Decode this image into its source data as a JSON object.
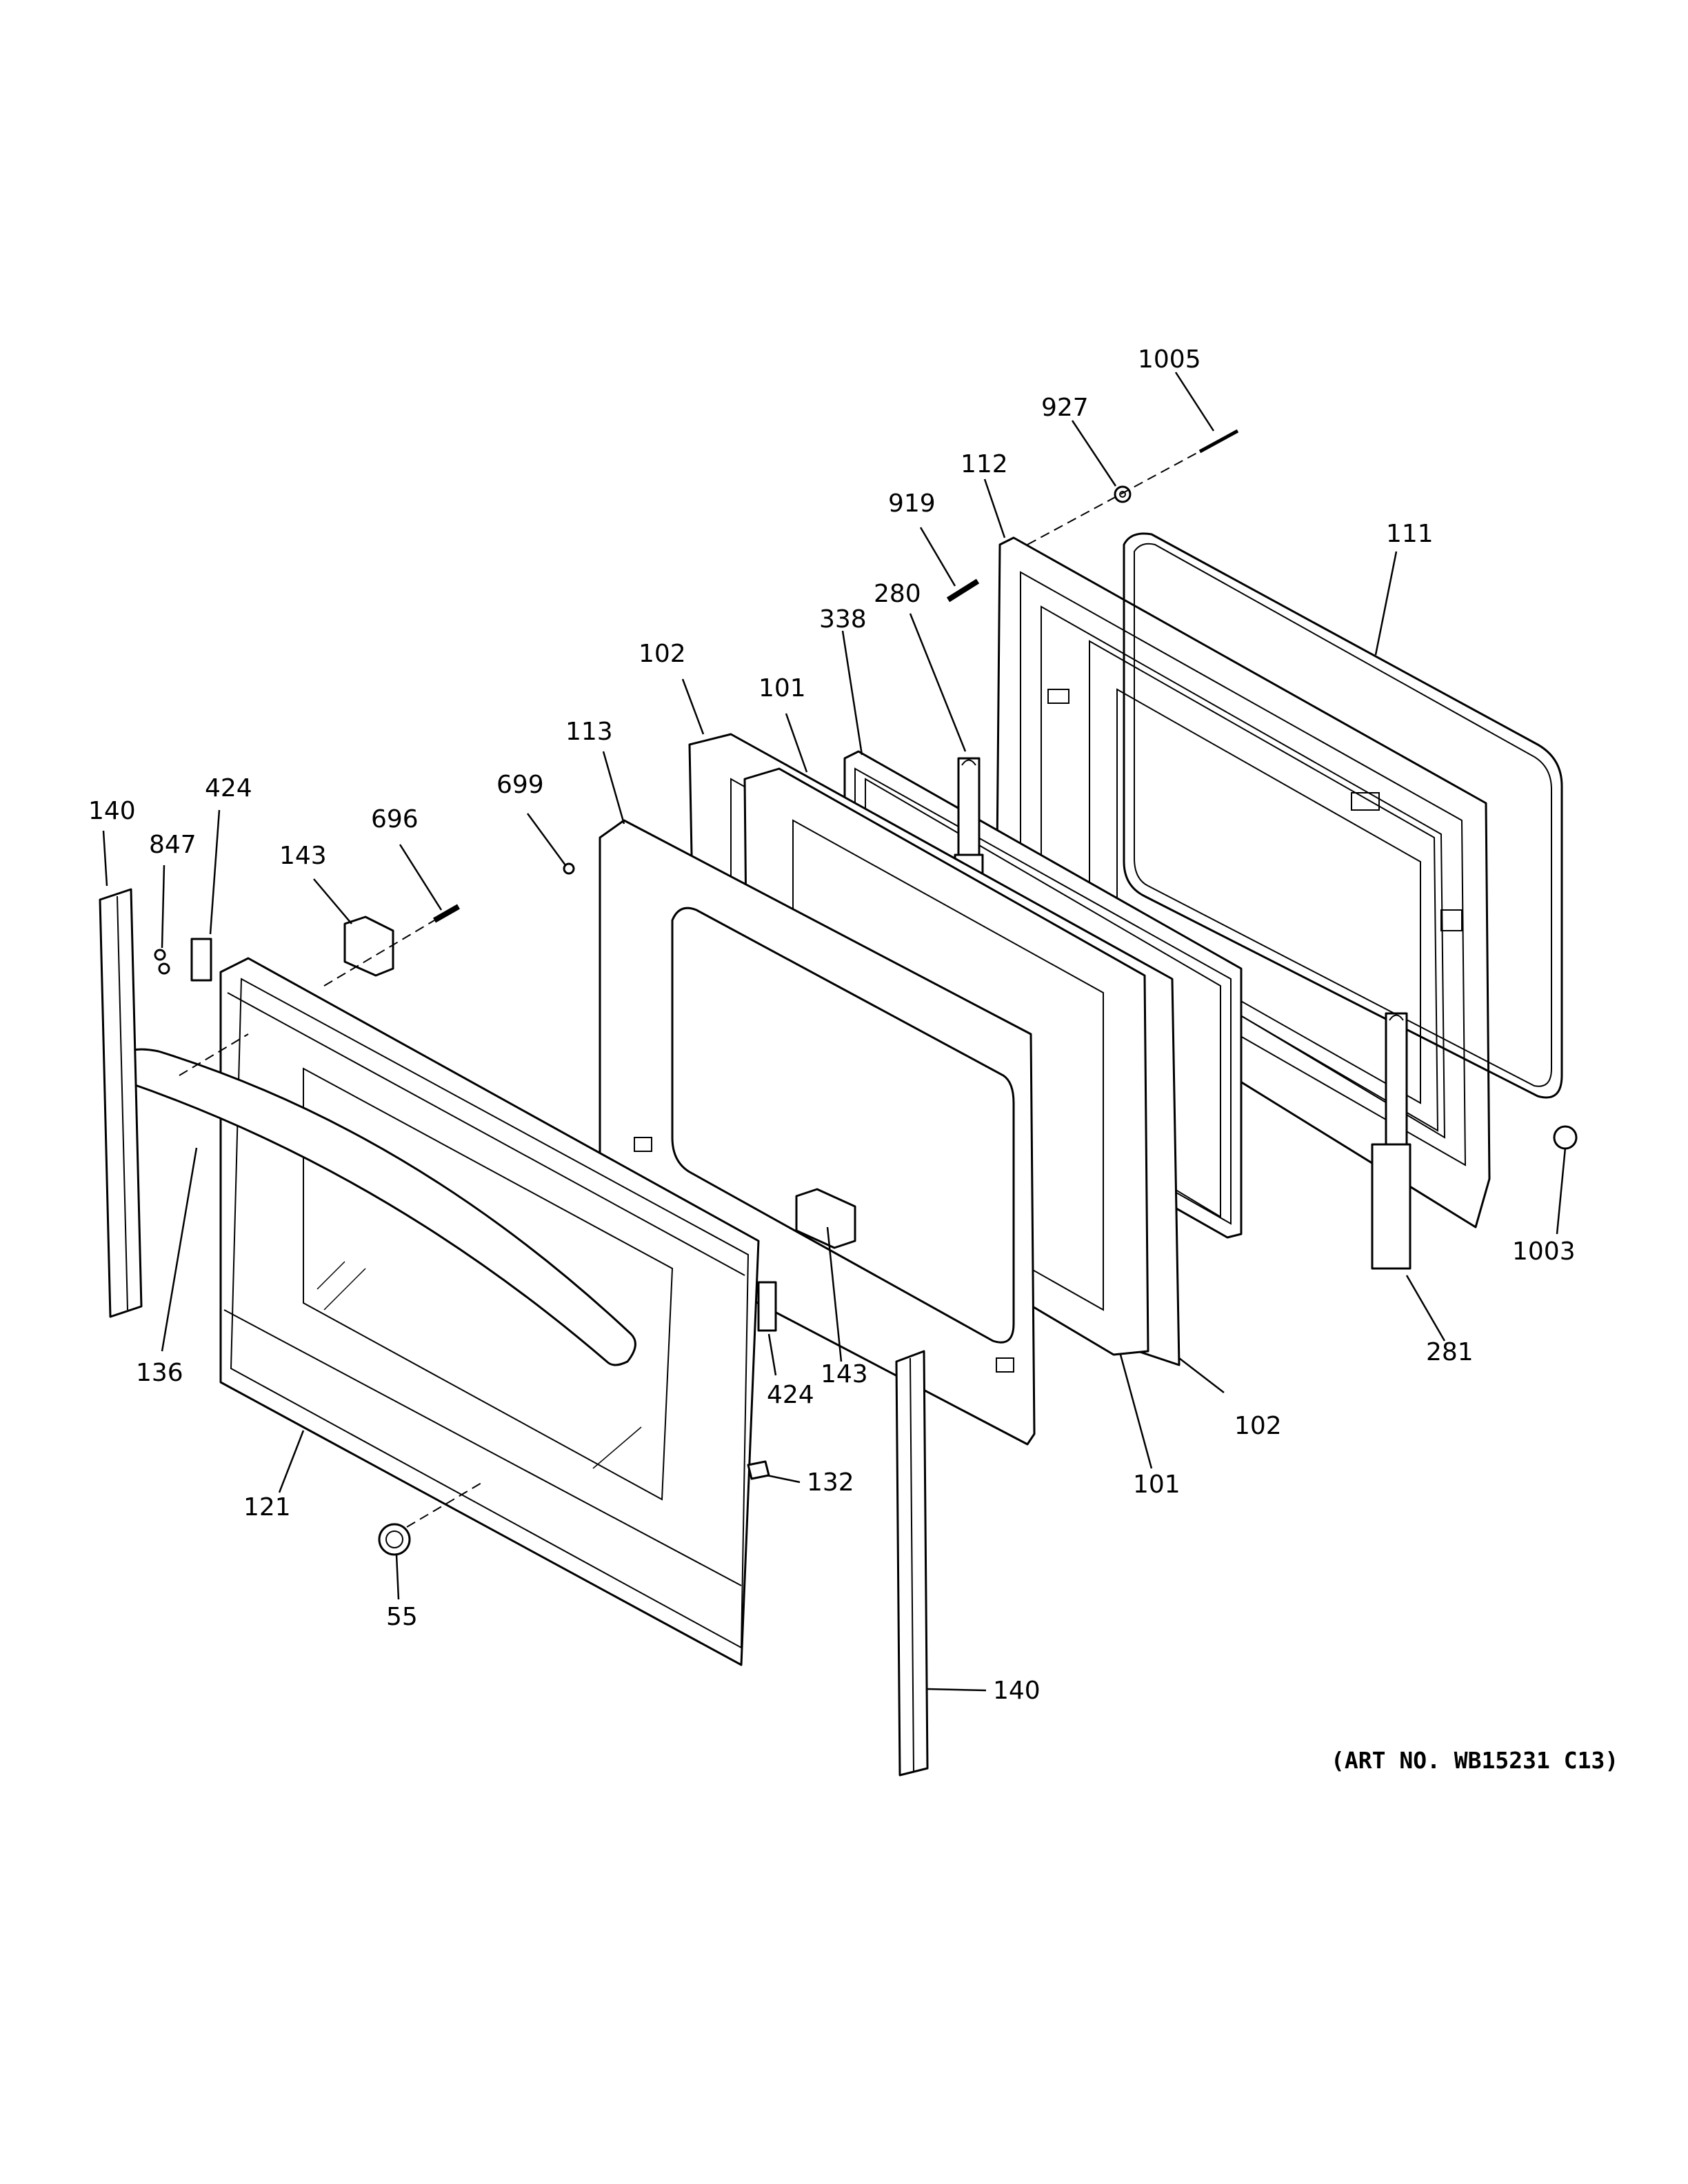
{
  "art_number": "(ART NO. WB15231 C13)",
  "callouts": [
    {
      "id": "c1005",
      "label": "1005"
    },
    {
      "id": "c927",
      "label": "927"
    },
    {
      "id": "c112",
      "label": "112"
    },
    {
      "id": "c919",
      "label": "919"
    },
    {
      "id": "c111",
      "label": "111"
    },
    {
      "id": "c338",
      "label": "338"
    },
    {
      "id": "c280",
      "label": "280"
    },
    {
      "id": "c102a",
      "label": "102"
    },
    {
      "id": "c101a",
      "label": "101"
    },
    {
      "id": "c113",
      "label": "113"
    },
    {
      "id": "c699",
      "label": "699"
    },
    {
      "id": "c140a",
      "label": "140"
    },
    {
      "id": "c424a",
      "label": "424"
    },
    {
      "id": "c847",
      "label": "847"
    },
    {
      "id": "c696",
      "label": "696"
    },
    {
      "id": "c143a",
      "label": "143"
    },
    {
      "id": "c1003",
      "label": "1003"
    },
    {
      "id": "c281",
      "label": "281"
    },
    {
      "id": "c102b",
      "label": "102"
    },
    {
      "id": "c101b",
      "label": "101"
    },
    {
      "id": "c143b",
      "label": "143"
    },
    {
      "id": "c424b",
      "label": "424"
    },
    {
      "id": "c132",
      "label": "132"
    },
    {
      "id": "c136",
      "label": "136"
    },
    {
      "id": "c121",
      "label": "121"
    },
    {
      "id": "c55",
      "label": "55"
    },
    {
      "id": "c140b",
      "label": "140"
    }
  ]
}
